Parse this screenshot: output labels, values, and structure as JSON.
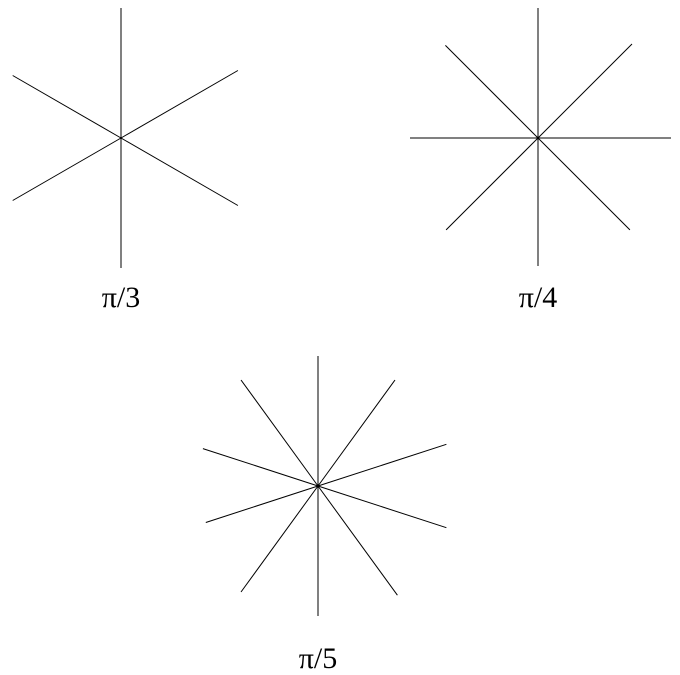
{
  "stars": [
    {
      "label": "π/3",
      "rays": [
        {
          "angle_deg": 90,
          "length": 130
        },
        {
          "angle_deg": 30,
          "length": 135
        },
        {
          "angle_deg": 330,
          "length": 135
        },
        {
          "angle_deg": 270,
          "length": 130
        },
        {
          "angle_deg": 210,
          "length": 125
        },
        {
          "angle_deg": 150,
          "length": 125
        }
      ]
    },
    {
      "label": "π/4",
      "rays": [
        {
          "angle_deg": 90,
          "length": 130
        },
        {
          "angle_deg": 45,
          "length": 133
        },
        {
          "angle_deg": 0,
          "length": 133
        },
        {
          "angle_deg": 315,
          "length": 130
        },
        {
          "angle_deg": 270,
          "length": 128
        },
        {
          "angle_deg": 225,
          "length": 130
        },
        {
          "angle_deg": 180,
          "length": 128
        },
        {
          "angle_deg": 135,
          "length": 131
        }
      ]
    },
    {
      "label": "π/5",
      "rays": [
        {
          "angle_deg": 90,
          "length": 130
        },
        {
          "angle_deg": 54,
          "length": 131
        },
        {
          "angle_deg": 18,
          "length": 135
        },
        {
          "angle_deg": 342,
          "length": 135
        },
        {
          "angle_deg": 306,
          "length": 135
        },
        {
          "angle_deg": 270,
          "length": 130
        },
        {
          "angle_deg": 234,
          "length": 131
        },
        {
          "angle_deg": 198,
          "length": 118
        },
        {
          "angle_deg": 162,
          "length": 121
        },
        {
          "angle_deg": 126,
          "length": 131
        }
      ]
    }
  ],
  "style": {
    "line_color": "#000000",
    "background": "#ffffff"
  }
}
